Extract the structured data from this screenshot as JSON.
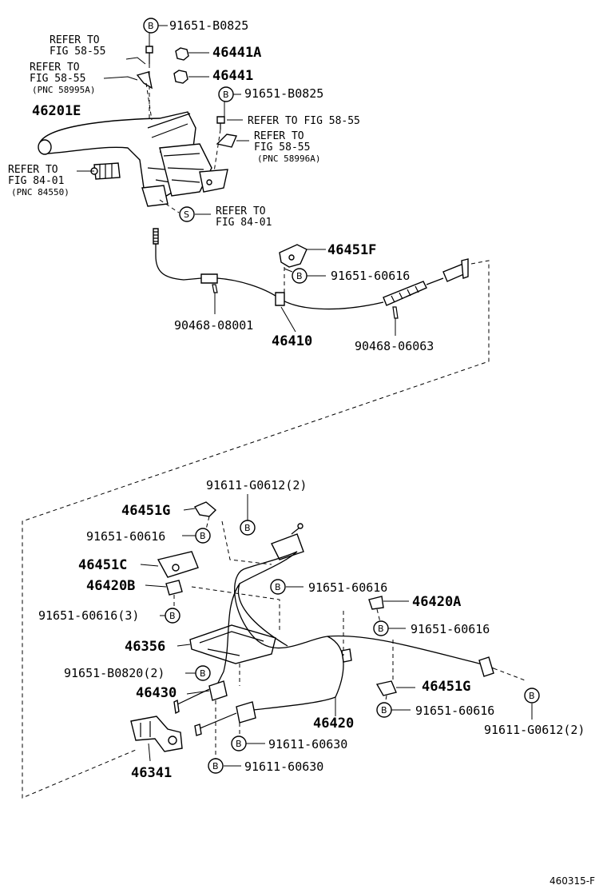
{
  "diagram_id": "460315-F",
  "upper": {
    "labels": {
      "bolt_top": "91651-B0825",
      "ref_5855_a": "REFER TO",
      "ref_5855_a2": "FIG 58-55",
      "ref_5855_b": "REFER TO",
      "ref_5855_b2": "FIG 58-55",
      "ref_5855_b3": "(PNC 58995A)",
      "p46441a": "46441A",
      "p46441": "46441",
      "bolt_mid": "91651-B0825",
      "ref_5855_c": "REFER TO FIG 58-55",
      "ref_5855_d": "REFER TO",
      "ref_5855_d2": "FIG 58-55",
      "ref_5855_d3": "(PNC 58996A)",
      "p46201e": "46201E",
      "ref_8401_a": "REFER TO",
      "ref_8401_a2": "FIG 84-01",
      "ref_8401_a3": "(PNC 84550)",
      "ref_8401_b": "REFER TO",
      "ref_8401_b2": "FIG 84-01",
      "p46451f": "46451F",
      "bolt_9165160616": "91651-60616",
      "clip_a": "90468-08001",
      "p46410": "46410",
      "clip_b": "90468-06063"
    }
  },
  "lower": {
    "labels": {
      "bolt_g0612_top": "91611-G0612(2)",
      "p46451g_a": "46451G",
      "bolt_1": "91651-60616",
      "p46451c": "46451C",
      "bolt_2": "91651-60616",
      "p46420b": "46420B",
      "p46420a": "46420A",
      "bolt_3": "91651-60616(3)",
      "bolt_4": "91651-60616",
      "p46356": "46356",
      "bolt_b0820": "91651-B0820(2)",
      "p46451g_b": "46451G",
      "p46430": "46430",
      "bolt_5": "91651-60616",
      "bolt_g0612_bottom": "91611-G0612(2)",
      "p46420": "46420",
      "bolt_60630_a": "91611-60630",
      "p46341": "46341",
      "bolt_60630_b": "91611-60630"
    }
  },
  "markers": {
    "bolt": "B",
    "screw": "S"
  },
  "footer": {
    "figure_code": "460315-F"
  }
}
